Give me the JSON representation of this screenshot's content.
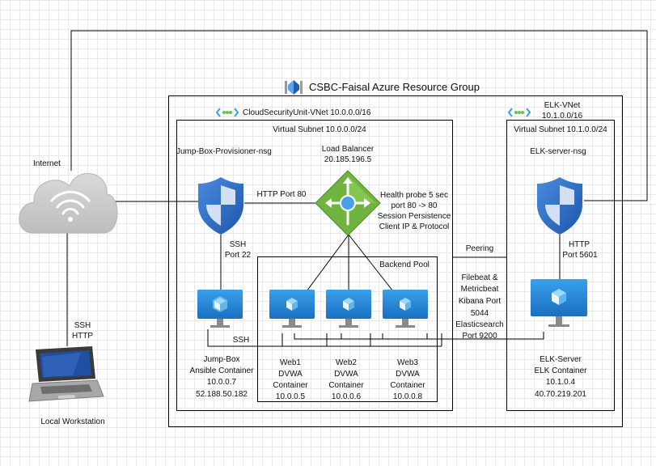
{
  "resource_group": {
    "label": "CSBC-Faisal Azure Resource Group"
  },
  "vnet_main": {
    "label": "CloudSecurityUnit-VNet 10.0.0.0/16",
    "subnet": "Virtual Subnet 10.0.0.0/24"
  },
  "vnet_elk": {
    "label_line1": "ELK-VNet",
    "label_line2": "10.1.0.0/16",
    "subnet": "Virtual Subnet 10.1.0.0/24"
  },
  "internet": {
    "label": "Internet"
  },
  "workstation": {
    "label": "Local Workstation"
  },
  "ssh_http": {
    "line1": "SSH",
    "line2": "HTTP"
  },
  "jump_nsg": {
    "label": "Jump-Box-Provisioner-nsg"
  },
  "elk_nsg": {
    "label": "ELK-server-nsg"
  },
  "http_port80": {
    "label": "HTTP Port 80"
  },
  "load_balancer": {
    "line1": "Load Balancer",
    "line2": "20.185.196.5"
  },
  "health_probe": {
    "line1": "Health probe 5 sec",
    "line2": "port 80 -> 80",
    "line3": "Session Persistence",
    "line4": "Client IP & Protocol"
  },
  "ssh_port22": {
    "line1": "SSH",
    "line2": "Port 22"
  },
  "backend_pool": {
    "label": "Backend Pool"
  },
  "ssh_label": {
    "label": "SSH"
  },
  "peering": {
    "label": "Peering"
  },
  "elk_traffic": {
    "line1": "Filebeat &",
    "line2": "Metricbeat",
    "line3": "Kibana Port",
    "line4": "5044",
    "line5": "Elasticsearch",
    "line6": "Port 9200"
  },
  "http_port5601": {
    "line1": "HTTP",
    "line2": "Port 5601"
  },
  "jump_box": {
    "line1": "Jump-Box",
    "line2": "Ansible Container",
    "line3": "10.0.0.7",
    "line4": "52.188.50.182"
  },
  "web1": {
    "line1": "Web1",
    "line2": "DVWA",
    "line3": "Container",
    "line4": "10.0.0.5"
  },
  "web2": {
    "line1": "Web2",
    "line2": "DVWA",
    "line3": "Container",
    "line4": "10.0.0.6"
  },
  "web3": {
    "line1": "Web3",
    "line2": "DVWA",
    "line3": "Container",
    "line4": "10.0.0.8"
  },
  "elk_server": {
    "line1": "ELK-Server",
    "line2": "ELK Container",
    "line3": "10.1.0.4",
    "line4": "40.70.219.201"
  },
  "colors": {
    "azure_blue": "#0078d4",
    "shield_blue": "#2f6fc6",
    "lb_green": "#6fb43f",
    "cloud_gray": "#c8c8c8"
  }
}
